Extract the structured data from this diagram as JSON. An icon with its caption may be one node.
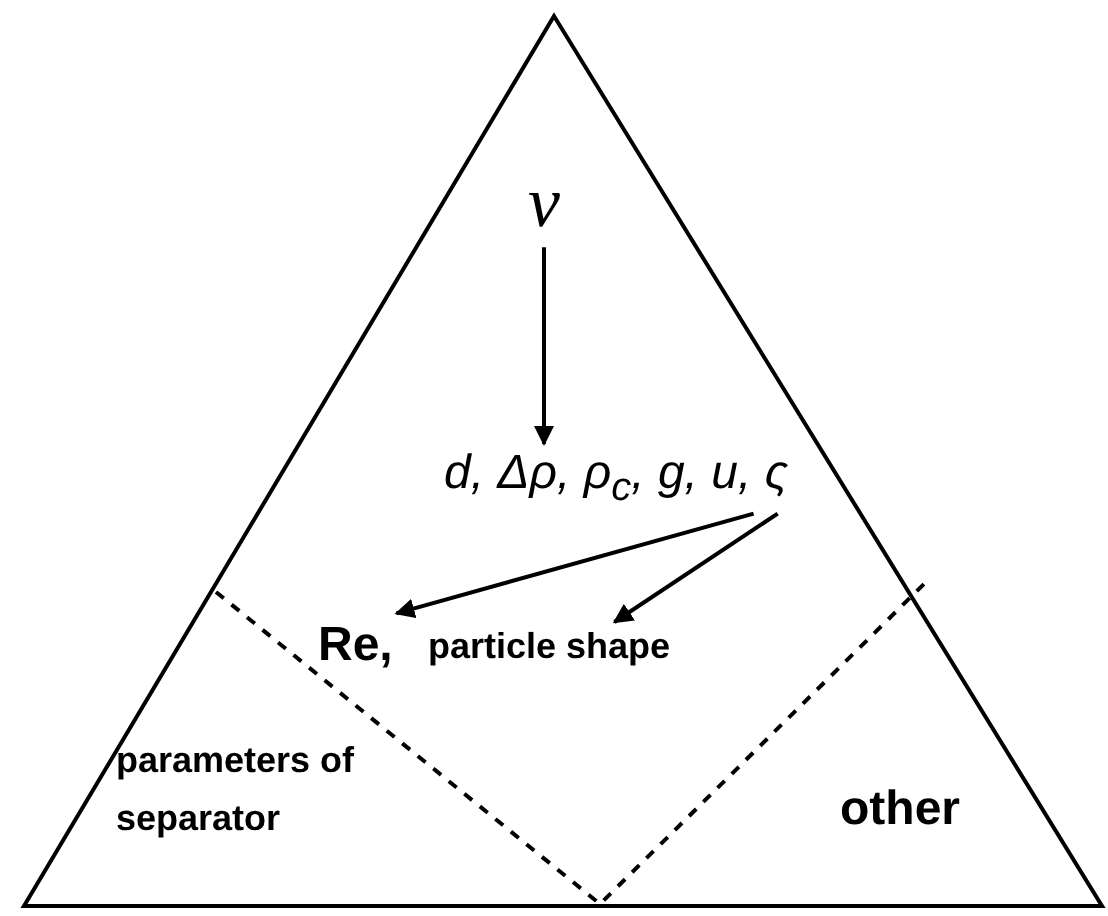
{
  "diagram": {
    "nodes": [
      {
        "text": [
          "ν"
        ]
      },
      {
        "text": [
          "d, Δρ, ρ$_{c}$, g, u, ς"
        ]
      },
      {
        "text": [
          "Re,"
        ]
      },
      {
        "text": [
          "particle shape"
        ]
      }
    ],
    "edges": [
      {
        "from": 0,
        "to": 1,
        "arrow": "to"
      },
      {
        "from": 1,
        "to": 2,
        "arrow": "to"
      },
      {
        "from": 1,
        "to": 3,
        "arrow": "to"
      }
    ],
    "labels": [
      "parameters of separator",
      "other"
    ]
  }
}
